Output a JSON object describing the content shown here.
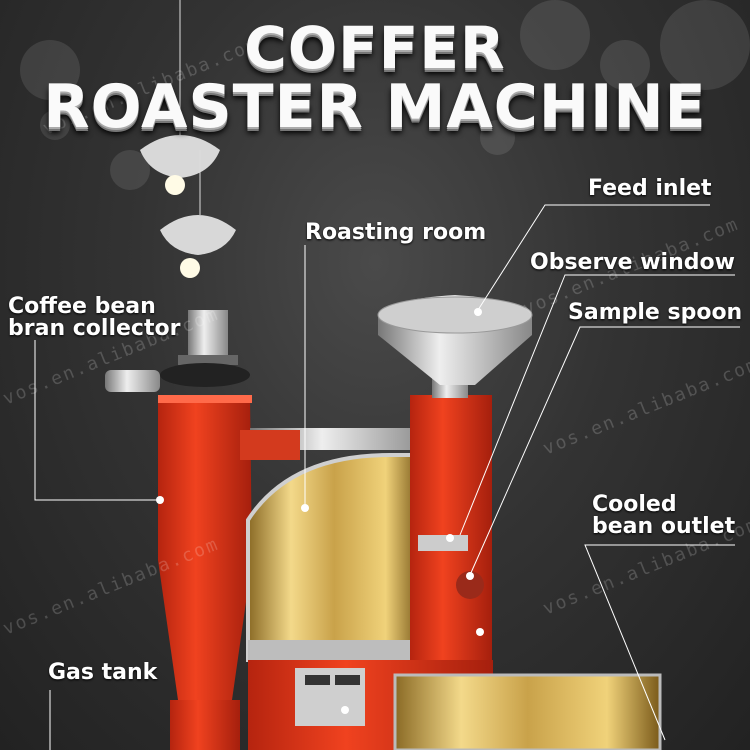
{
  "title": {
    "line1": "COFFER",
    "line2": "ROASTER MACHINE"
  },
  "watermark": "vos.en.alibaba.com",
  "labels": {
    "feed_inlet": "Feed inlet",
    "roasting_room": "Roasting room",
    "observe_window": "Observe window",
    "sample_spoon": "Sample spoon",
    "bran_collector": [
      "Coffee bean",
      "bran collector"
    ],
    "cooled_bean_outlet": [
      "Cooled",
      "bean outlet"
    ],
    "gas_tank": "Gas tank"
  },
  "colors": {
    "machine_red": "#e8341c",
    "machine_dark_red": "#a8200f",
    "brass": "#d9b45a",
    "steel": "#c9c9c9",
    "background": "#2b2b2b"
  }
}
